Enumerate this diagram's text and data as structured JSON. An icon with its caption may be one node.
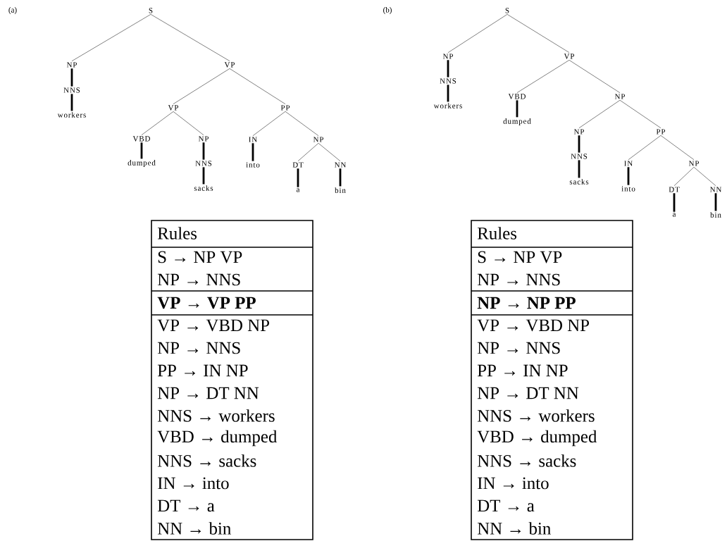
{
  "diagram": {
    "nodes": [
      {
        "text": [
          "S"
        ]
      },
      {
        "text": [
          "NP"
        ]
      },
      {
        "text": [
          "NNS"
        ]
      },
      {
        "text": [
          "workers"
        ]
      },
      {
        "text": [
          "VP"
        ]
      },
      {
        "text": [
          "VP"
        ]
      },
      {
        "text": [
          "PP"
        ]
      },
      {
        "text": [
          "VBD"
        ]
      },
      {
        "text": [
          "NP"
        ]
      },
      {
        "text": [
          "dumped"
        ]
      },
      {
        "text": [
          "NNS"
        ]
      },
      {
        "text": [
          "sacks"
        ]
      },
      {
        "text": [
          "IN"
        ]
      },
      {
        "text": [
          "NP"
        ]
      },
      {
        "text": [
          "into"
        ]
      },
      {
        "text": [
          "DT"
        ]
      },
      {
        "text": [
          "NN"
        ]
      },
      {
        "text": [
          "a"
        ]
      },
      {
        "text": [
          "bin"
        ]
      },
      {
        "text": [
          "S"
        ]
      },
      {
        "text": [
          "NP"
        ]
      },
      {
        "text": [
          "NNS"
        ]
      },
      {
        "text": [
          "workers"
        ]
      },
      {
        "text": [
          "VP"
        ]
      },
      {
        "text": [
          "VBD"
        ]
      },
      {
        "text": [
          "NP"
        ]
      },
      {
        "text": [
          "dumped"
        ]
      },
      {
        "text": [
          "NP"
        ]
      },
      {
        "text": [
          "PP"
        ]
      },
      {
        "text": [
          "NNS"
        ]
      },
      {
        "text": [
          "sacks"
        ]
      },
      {
        "text": [
          "IN"
        ]
      },
      {
        "text": [
          "NP"
        ]
      },
      {
        "text": [
          "into"
        ]
      },
      {
        "text": [
          "DT"
        ]
      },
      {
        "text": [
          "NN"
        ]
      },
      {
        "text": [
          "a"
        ]
      },
      {
        "text": [
          "bin"
        ]
      }
    ],
    "edges": [
      {
        "from": 0,
        "to": 1,
        "arrow": "none"
      },
      {
        "from": 0,
        "to": 4,
        "arrow": "none"
      },
      {
        "from": 1,
        "to": 2,
        "arrow": "none",
        "style": "thick"
      },
      {
        "from": 2,
        "to": 3,
        "arrow": "none",
        "style": "thick"
      },
      {
        "from": 4,
        "to": 5,
        "arrow": "none"
      },
      {
        "from": 4,
        "to": 6,
        "arrow": "none"
      },
      {
        "from": 5,
        "to": 7,
        "arrow": "none"
      },
      {
        "from": 5,
        "to": 8,
        "arrow": "none"
      },
      {
        "from": 7,
        "to": 9,
        "arrow": "none",
        "style": "thick"
      },
      {
        "from": 8,
        "to": 10,
        "arrow": "none",
        "style": "thick"
      },
      {
        "from": 10,
        "to": 11,
        "arrow": "none",
        "style": "thick"
      },
      {
        "from": 6,
        "to": 12,
        "arrow": "none"
      },
      {
        "from": 6,
        "to": 13,
        "arrow": "none"
      },
      {
        "from": 12,
        "to": 14,
        "arrow": "none",
        "style": "thick"
      },
      {
        "from": 13,
        "to": 15,
        "arrow": "none"
      },
      {
        "from": 13,
        "to": 16,
        "arrow": "none"
      },
      {
        "from": 15,
        "to": 17,
        "arrow": "none",
        "style": "thick"
      },
      {
        "from": 16,
        "to": 18,
        "arrow": "none",
        "style": "thick"
      },
      {
        "from": 19,
        "to": 20,
        "arrow": "none"
      },
      {
        "from": 19,
        "to": 23,
        "arrow": "none"
      },
      {
        "from": 20,
        "to": 21,
        "arrow": "none",
        "style": "thick"
      },
      {
        "from": 21,
        "to": 22,
        "arrow": "none",
        "style": "thick"
      },
      {
        "from": 23,
        "to": 24,
        "arrow": "none"
      },
      {
        "from": 23,
        "to": 25,
        "arrow": "none"
      },
      {
        "from": 24,
        "to": 26,
        "arrow": "none",
        "style": "thick"
      },
      {
        "from": 25,
        "to": 27,
        "arrow": "none"
      },
      {
        "from": 25,
        "to": 28,
        "arrow": "none"
      },
      {
        "from": 27,
        "to": 29,
        "arrow": "none",
        "style": "thick"
      },
      {
        "from": 29,
        "to": 30,
        "arrow": "none",
        "style": "thick"
      },
      {
        "from": 28,
        "to": 31,
        "arrow": "none"
      },
      {
        "from": 28,
        "to": 32,
        "arrow": "none"
      },
      {
        "from": 31,
        "to": 33,
        "arrow": "none",
        "style": "thick"
      },
      {
        "from": 32,
        "to": 34,
        "arrow": "none"
      },
      {
        "from": 32,
        "to": 35,
        "arrow": "none"
      },
      {
        "from": 34,
        "to": 36,
        "arrow": "none",
        "style": "thick"
      },
      {
        "from": 35,
        "to": 37,
        "arrow": "none",
        "style": "thick"
      }
    ],
    "labels": [
      "(a)",
      "(b)",
      "Rules",
      "S → NP VP",
      "NP → NNS",
      "VP → VP PP",
      "VP → VBD NP",
      "NP → NNS",
      "PP → IN NP",
      "NP → DT NN",
      "NNS → workers",
      "VBD → dumped",
      "NNS → sacks",
      "IN → into",
      "DT → a",
      "NN → bin",
      "Rules",
      "S → NP VP",
      "NP → NNS",
      "NP → NP PP",
      "VP → VBD NP",
      "NP → NNS",
      "PP → IN NP",
      "NP → DT NN",
      "NNS → workers",
      "VBD → dumped",
      "NNS → sacks",
      "IN → into",
      "DT → a",
      "NN → bin"
    ]
  }
}
